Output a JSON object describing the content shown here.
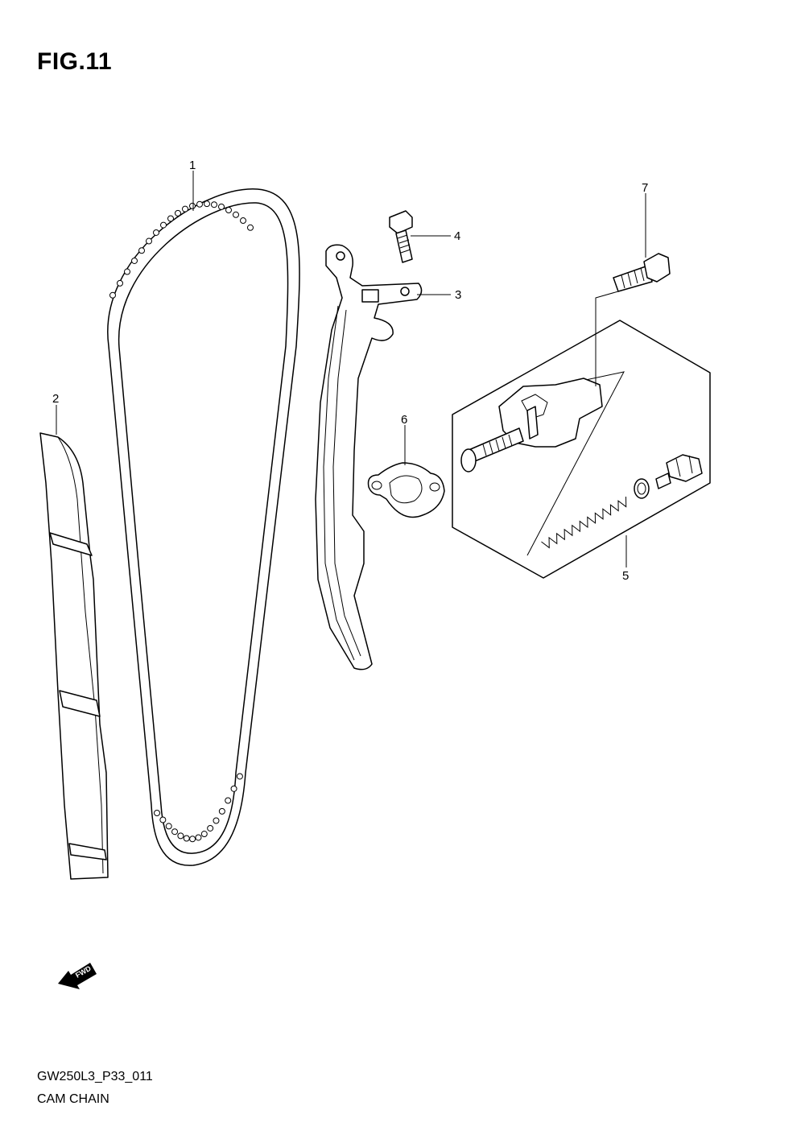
{
  "figure": {
    "title": "FIG.11",
    "code": "GW250L3_P33_011",
    "name": "CAM CHAIN"
  },
  "callouts": [
    "1",
    "2",
    "3",
    "4",
    "5",
    "6",
    "7"
  ],
  "fwd_label": "FWD",
  "colors": {
    "ink": "#000000",
    "paper": "#ffffff"
  }
}
